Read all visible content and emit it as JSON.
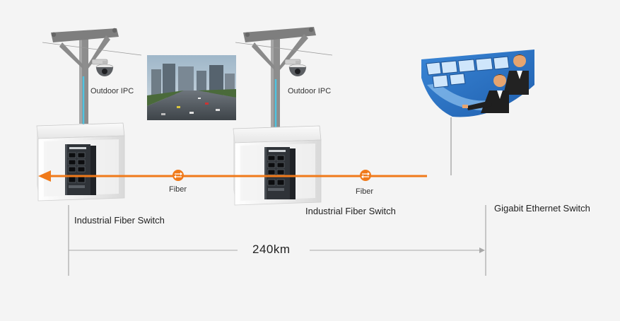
{
  "labels": {
    "camera_1": "Outdoor IPC",
    "camera_2": "Outdoor IPC",
    "fiber_1": "Fiber",
    "fiber_2": "Fiber",
    "switch_1": "Industrial Fiber Switch",
    "switch_2": "Industrial Fiber Switch",
    "core_switch": "Gigabit Ethernet Switch",
    "distance": "240km"
  },
  "colors": {
    "fiber": "#f07a1a",
    "link": "#4fc3e0",
    "pole": "#8a8a8a",
    "switch_body": "#2f3338",
    "cabinet": "#e9e9e9",
    "control_room": "#4a90d9"
  },
  "icons": {
    "camera": "dome-camera-icon",
    "fiber_connector": "fiber-connector-icon",
    "arrow": "arrow-left-icon"
  }
}
